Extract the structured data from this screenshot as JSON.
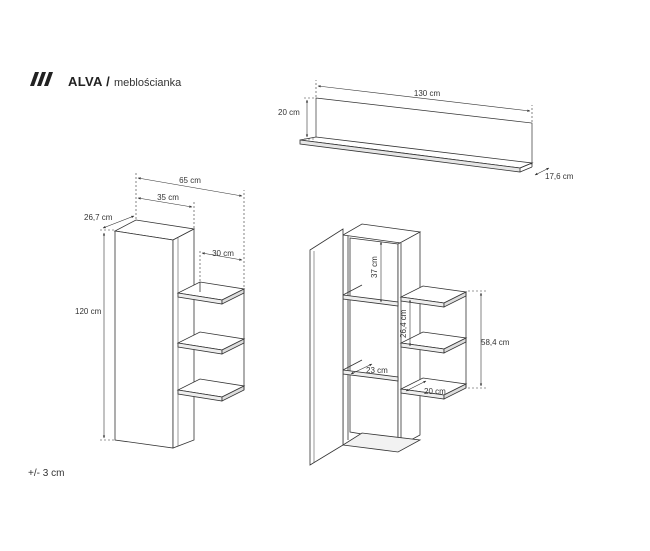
{
  "header": {
    "brand": "ALVA /",
    "subtitle": "meblościanka",
    "logo_icon": "triple-slash-logo"
  },
  "footer": {
    "tolerance": "+/- 3 cm"
  },
  "dimensions": {
    "shelf_width": "130 cm",
    "shelf_height": "20 cm",
    "shelf_depth": "17,6 cm",
    "left_total_width": "65 cm",
    "left_cabinet_width": "35 cm",
    "left_cabinet_depth": "26,7 cm",
    "left_shelves_width": "30 cm",
    "left_height": "120 cm",
    "right_top_compartment": "37 cm",
    "right_shelf_gap": "26,4 cm",
    "right_shelves_height": "58,4 cm",
    "right_inner_width": "23 cm",
    "right_side_shelf_width": "20 cm"
  }
}
